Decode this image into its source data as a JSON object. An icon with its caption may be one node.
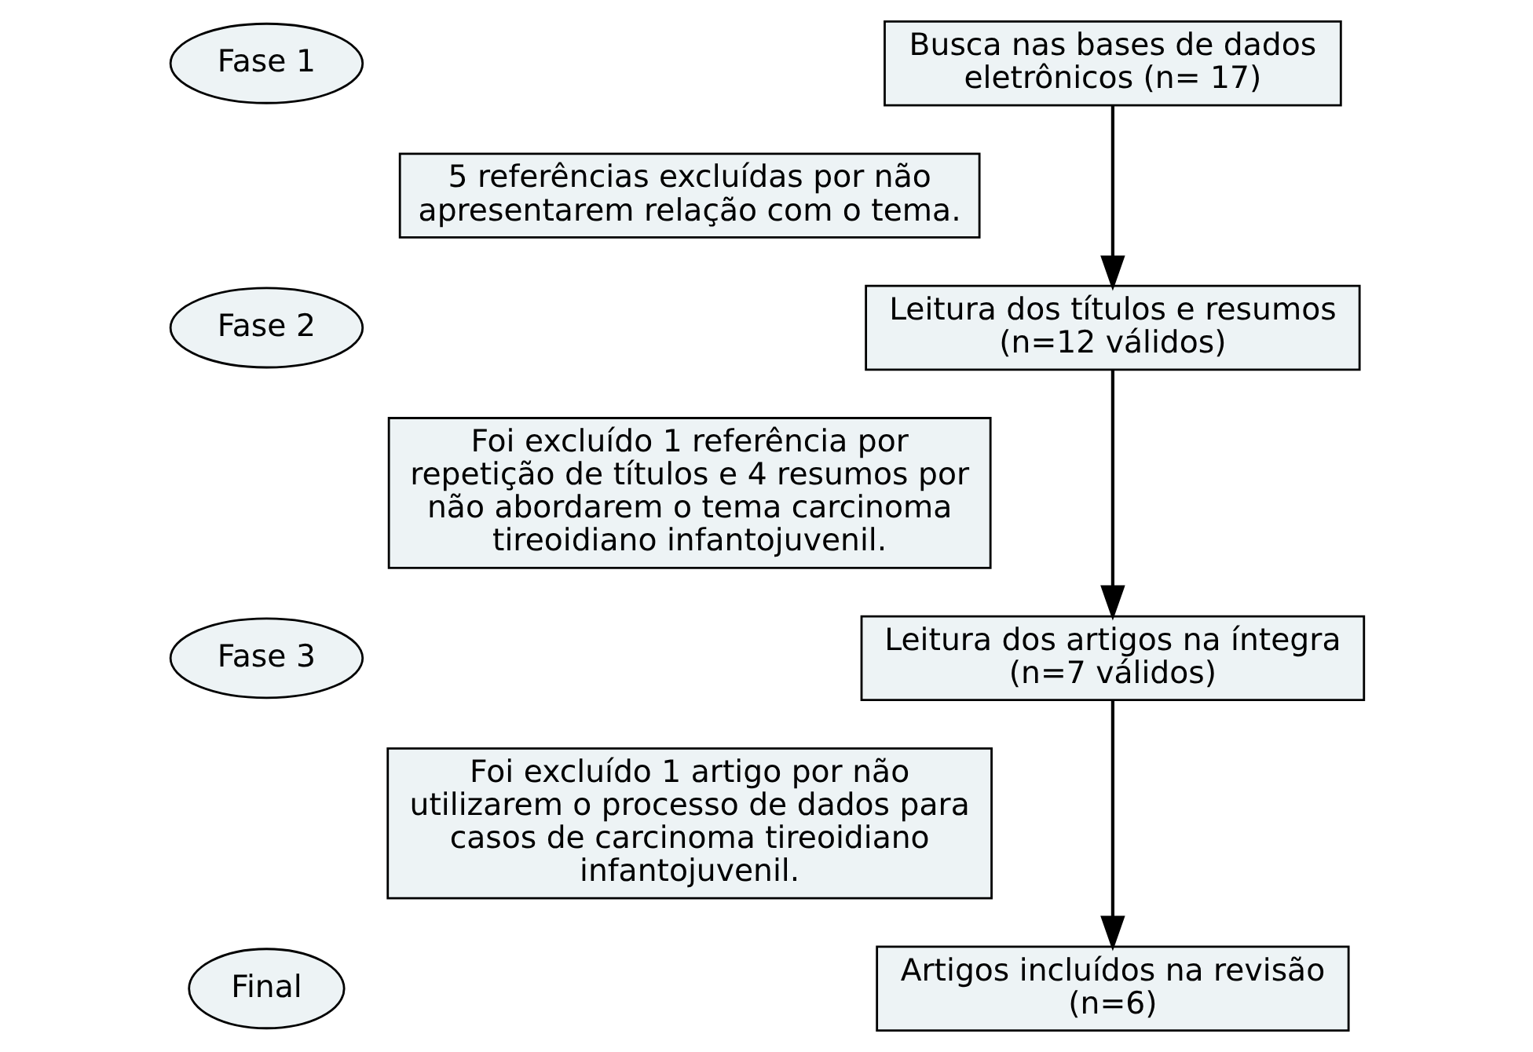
{
  "diagram": {
    "nodes": [
      {
        "text": [
          "Fase 1"
        ]
      },
      {
        "text": [
          "Busca nas bases de dados eletrônicos (n= 17)"
        ]
      },
      {
        "text": [
          "5 referências excluídas por não apresentarem relação com o tema."
        ]
      },
      {
        "text": [
          "Fase 2"
        ]
      },
      {
        "text": [
          "Leitura dos títulos e resumos (n=12 válidos)"
        ]
      },
      {
        "text": [
          "Foi excluído 1 referência por repetição de títulos e 4 resumos por não abordarem o tema carcinoma tireoidiano infantojuvenil."
        ]
      },
      {
        "text": [
          "Fase 3"
        ]
      },
      {
        "text": [
          "Leitura dos artigos na íntegra (n=7 válidos)"
        ]
      },
      {
        "text": [
          "Foi excluído 1 artigo por não utilizarem o processo de dados para casos de carcinoma tireoidiano infantojuvenil."
        ]
      },
      {
        "text": [
          "Final"
        ]
      },
      {
        "text": [
          "Artigos incluídos na revisão (n=6)"
        ]
      }
    ],
    "edges": [
      {
        "from": 1,
        "to": 4,
        "arrow": "to"
      },
      {
        "from": 4,
        "to": 7,
        "arrow": "to"
      },
      {
        "from": 7,
        "to": 10,
        "arrow": "to"
      }
    ]
  }
}
